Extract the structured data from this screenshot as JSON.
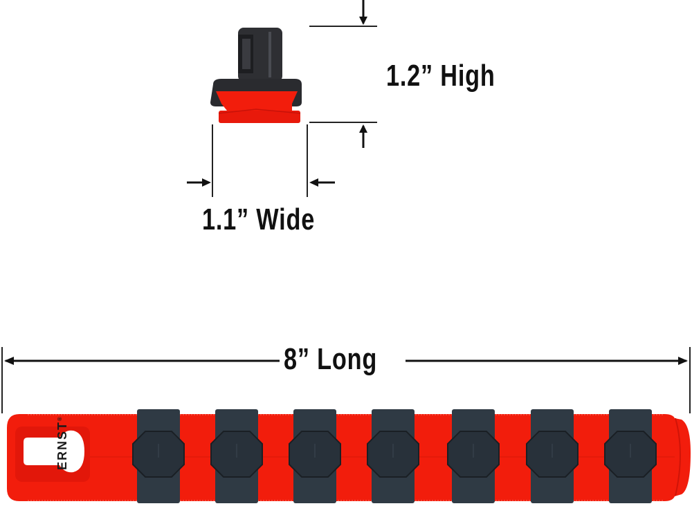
{
  "product": {
    "brand_text": "ERNST",
    "registered_mark": "®",
    "clip_count": 7
  },
  "dimensions": {
    "height_label": "1.2” High",
    "width_label": "1.1” Wide",
    "length_label": "8” Long"
  },
  "colors": {
    "rail_red": "#f21d0c",
    "clip_dark": "#2f3a44",
    "clip_knob": "#28313a",
    "line": "#222222",
    "text": "#111111",
    "background": "#ffffff"
  },
  "clips_x": [
    198,
    311,
    424,
    537,
    653,
    767,
    880
  ]
}
